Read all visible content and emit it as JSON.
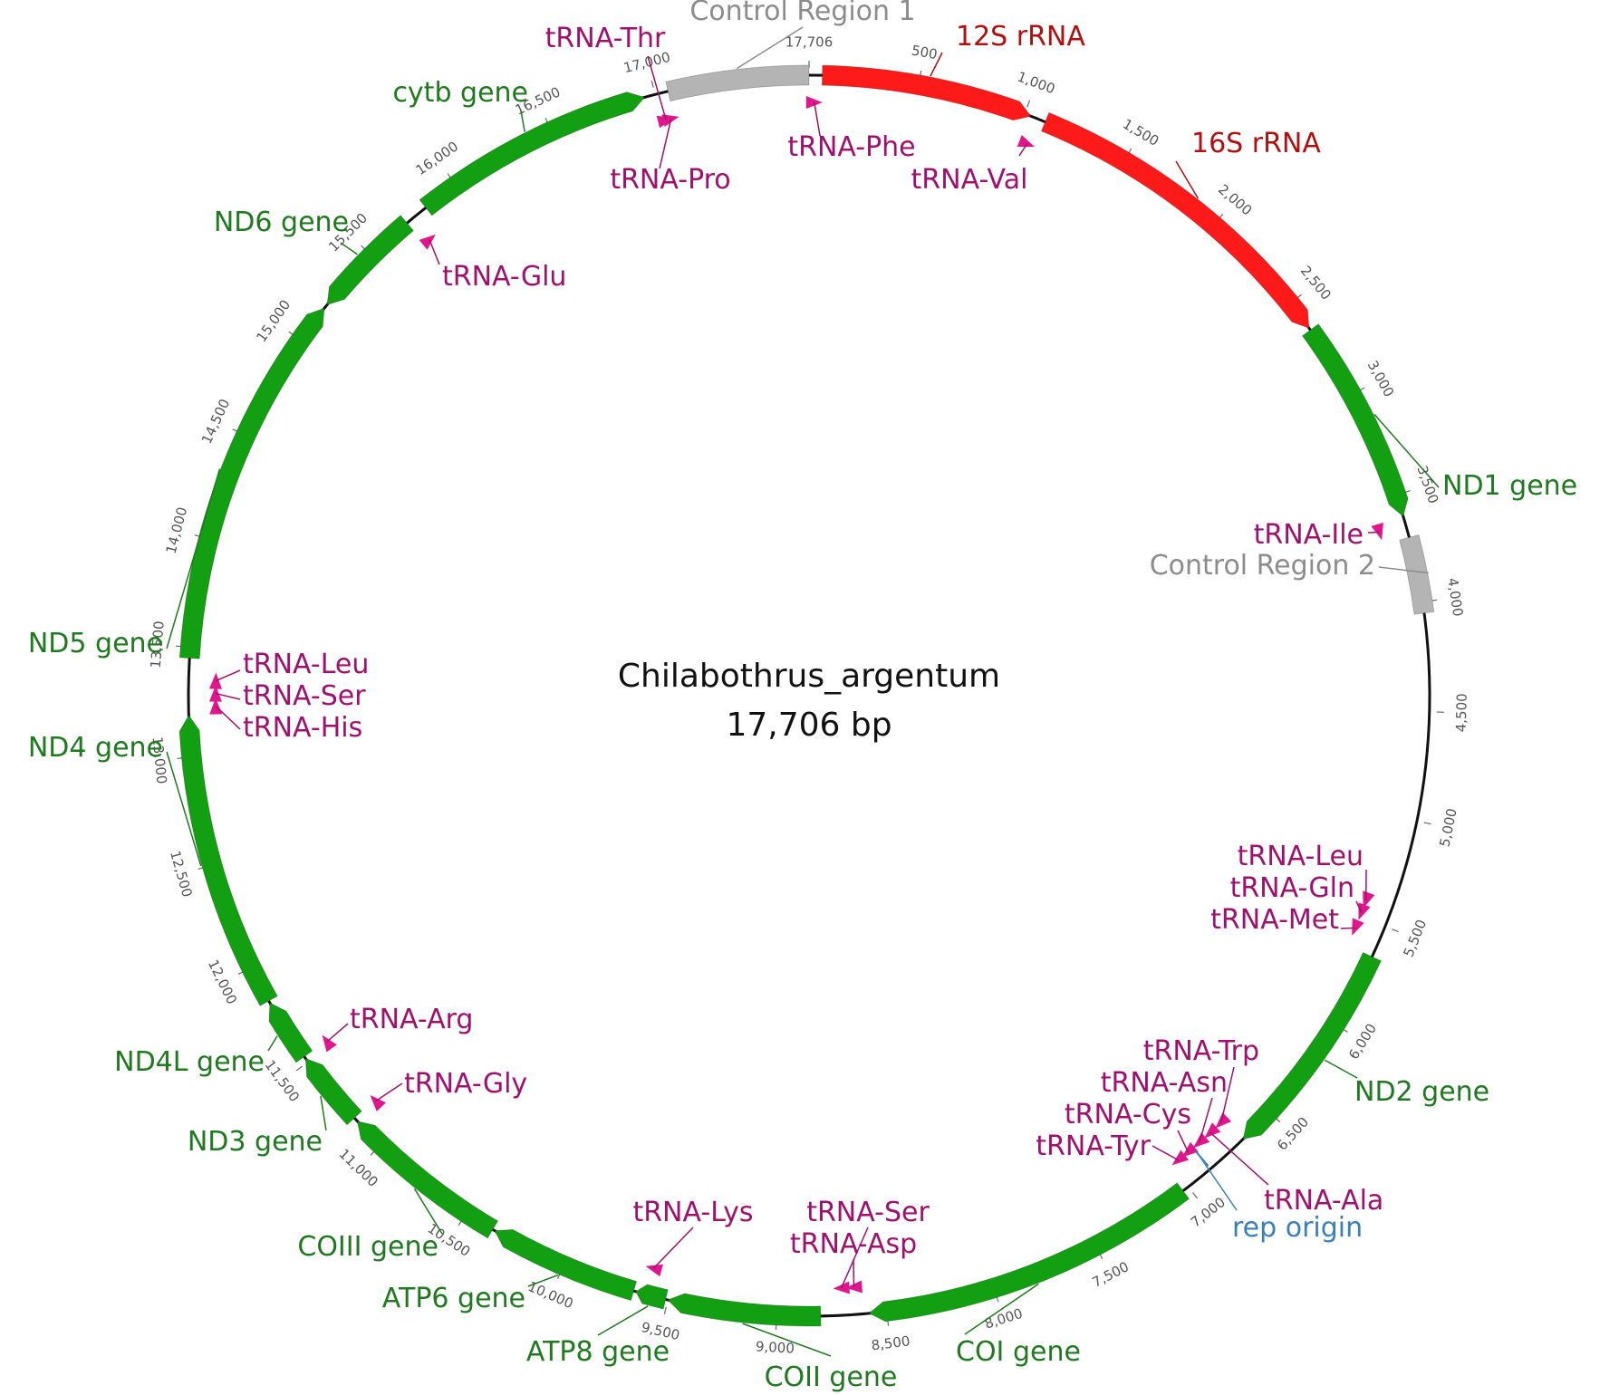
{
  "title": "Chilabothrus_argentum",
  "length_label": "17,706 bp",
  "total_bp": 17706,
  "colors": {
    "backbone": "#111111",
    "gene": "#12a012",
    "gene_label": "#1f7a1f",
    "rrna": "#ff1a1a",
    "rrna_label": "#b01010",
    "trna": "#e0178c",
    "trna_label": "#a0106e",
    "control": "#b4b4b4",
    "control_label": "#8c8c8c",
    "rep_label": "#3a7fb5"
  },
  "ticks": [
    {
      "pos": 500,
      "label": "500"
    },
    {
      "pos": 1000,
      "label": "1,000"
    },
    {
      "pos": 1500,
      "label": "1,500"
    },
    {
      "pos": 2000,
      "label": "2,000"
    },
    {
      "pos": 2500,
      "label": "2,500"
    },
    {
      "pos": 3000,
      "label": "3,000"
    },
    {
      "pos": 3500,
      "label": "3,500"
    },
    {
      "pos": 4000,
      "label": "4,000"
    },
    {
      "pos": 4500,
      "label": "4,500"
    },
    {
      "pos": 5000,
      "label": "5,000"
    },
    {
      "pos": 5500,
      "label": "5,500"
    },
    {
      "pos": 6000,
      "label": "6,000"
    },
    {
      "pos": 6500,
      "label": "6,500"
    },
    {
      "pos": 7000,
      "label": "7,000"
    },
    {
      "pos": 7500,
      "label": "7,500"
    },
    {
      "pos": 8000,
      "label": "8,000"
    },
    {
      "pos": 8500,
      "label": "8,500"
    },
    {
      "pos": 9000,
      "label": "9,000"
    },
    {
      "pos": 9500,
      "label": "9,500"
    },
    {
      "pos": 10000,
      "label": "10,000"
    },
    {
      "pos": 10500,
      "label": "10,500"
    },
    {
      "pos": 11000,
      "label": "11,000"
    },
    {
      "pos": 11500,
      "label": "11,500"
    },
    {
      "pos": 12000,
      "label": "12,000"
    },
    {
      "pos": 12500,
      "label": "12,500"
    },
    {
      "pos": 13000,
      "label": "13,000"
    },
    {
      "pos": 13500,
      "label": "13,500"
    },
    {
      "pos": 14000,
      "label": "14,000"
    },
    {
      "pos": 14500,
      "label": "14,500"
    },
    {
      "pos": 15000,
      "label": "15,000"
    },
    {
      "pos": 15500,
      "label": "15,500"
    },
    {
      "pos": 16000,
      "label": "16,000"
    },
    {
      "pos": 16500,
      "label": "16,500"
    },
    {
      "pos": 17000,
      "label": "17,000"
    },
    {
      "pos": 17706,
      "label": "17,706"
    }
  ],
  "features": [
    {
      "name": "12S rRNA",
      "type": "rrna",
      "start": 60,
      "end": 1030,
      "strand": 1
    },
    {
      "name": "16S rRNA",
      "type": "rrna",
      "start": 1100,
      "end": 2640,
      "strand": 1
    },
    {
      "name": "ND1 gene",
      "type": "gene",
      "start": 2650,
      "end": 3600,
      "strand": 1
    },
    {
      "name": "Control Region 2",
      "type": "control",
      "start": 3700,
      "end": 4050,
      "strand": 0
    },
    {
      "name": "ND2 gene",
      "type": "gene",
      "start": 5650,
      "end": 6670,
      "strand": 1
    },
    {
      "name": "COI gene",
      "type": "gene",
      "start": 7030,
      "end": 8580,
      "strand": 1
    },
    {
      "name": "COII gene",
      "type": "gene",
      "start": 8800,
      "end": 9500,
      "strand": 1
    },
    {
      "name": "ATP8 gene",
      "type": "gene",
      "start": 9510,
      "end": 9650,
      "strand": 1
    },
    {
      "name": "ATP6 gene",
      "type": "gene",
      "start": 9660,
      "end": 10350,
      "strand": 1
    },
    {
      "name": "COIII gene",
      "type": "gene",
      "start": 10360,
      "end": 11150,
      "strand": 1
    },
    {
      "name": "ND3 gene",
      "type": "gene",
      "start": 11170,
      "end": 11520,
      "strand": 1
    },
    {
      "name": "ND4L gene",
      "type": "gene",
      "start": 11530,
      "end": 11820,
      "strand": 1
    },
    {
      "name": "ND4 gene",
      "type": "gene",
      "start": 11830,
      "end": 13190,
      "strand": 1
    },
    {
      "name": "ND5 gene",
      "type": "gene",
      "start": 13450,
      "end": 15180,
      "strand": 1
    },
    {
      "name": "ND6 gene",
      "type": "gene",
      "start": 15200,
      "end": 15720,
      "strand": -1
    },
    {
      "name": "cytb gene",
      "type": "gene",
      "start": 15830,
      "end": 16950,
      "strand": 1
    },
    {
      "name": "Control Region 1",
      "type": "control",
      "start": 17060,
      "end": 17706,
      "strand": 0
    }
  ],
  "trnas": [
    {
      "name": "tRNA-Phe",
      "pos": 25
    },
    {
      "name": "tRNA-Val",
      "pos": 1060
    },
    {
      "name": "tRNA-Ile",
      "pos": 3640
    },
    {
      "name": "tRNA-Leu",
      "pos": 5420
    },
    {
      "name": "tRNA-Gln",
      "pos": 5480
    },
    {
      "name": "tRNA-Met",
      "pos": 5560
    },
    {
      "name": "tRNA-Trp",
      "pos": 6690
    },
    {
      "name": "tRNA-Ala",
      "pos": 6760
    },
    {
      "name": "tRNA-Asn",
      "pos": 6830
    },
    {
      "name": "tRNA-Cys",
      "pos": 6900
    },
    {
      "name": "tRNA-Tyr",
      "pos": 6960
    },
    {
      "name": "tRNA-Asp",
      "pos": 8640
    },
    {
      "name": "tRNA-Ser",
      "pos": 8700
    },
    {
      "name": "tRNA-Lys",
      "pos": 9600
    },
    {
      "name": "tRNA-Gly",
      "pos": 11160
    },
    {
      "name": "tRNA-Arg",
      "pos": 11525
    },
    {
      "name": "tRNA-His",
      "pos": 13230
    },
    {
      "name": "tRNA-Ser",
      "pos": 13290
    },
    {
      "name": "tRNA-Leu",
      "pos": 13350
    },
    {
      "name": "tRNA-Glu",
      "pos": 15750
    },
    {
      "name": "tRNA-Thr",
      "pos": 17020
    },
    {
      "name": "tRNA-Pro",
      "pos": 17045
    }
  ],
  "rep_origin": {
    "name": "rep origin",
    "pos": 6870
  }
}
